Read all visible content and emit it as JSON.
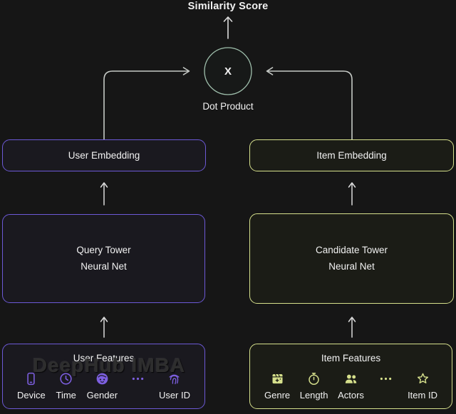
{
  "diagram": {
    "similarity_label": "Similarity Score",
    "dot_symbol": "X",
    "dot_label": "Dot Product"
  },
  "user_branch": {
    "embedding_label": "User Embedding",
    "tower_line1": "Query Tower",
    "tower_line2": "Neural Net",
    "features_title": "User Features",
    "features": [
      {
        "icon": "phone-icon",
        "label": "Device"
      },
      {
        "icon": "clock-icon",
        "label": "Time"
      },
      {
        "icon": "face-icon",
        "label": "Gender"
      },
      {
        "icon": "ellipsis-icon",
        "label": ""
      },
      {
        "icon": "fingerprint-icon",
        "label": "User ID"
      }
    ]
  },
  "item_branch": {
    "embedding_label": "Item Embedding",
    "tower_line1": "Candidate Tower",
    "tower_line2": "Neural Net",
    "features_title": "Item Features",
    "features": [
      {
        "icon": "clapperboard-icon",
        "label": "Genre"
      },
      {
        "icon": "stopwatch-icon",
        "label": "Length"
      },
      {
        "icon": "actors-icon",
        "label": "Actors"
      },
      {
        "icon": "ellipsis-icon",
        "label": ""
      },
      {
        "icon": "star-icon",
        "label": "Item ID"
      }
    ]
  },
  "watermark": "DeepHub IMBA",
  "colors": {
    "background": "#161616",
    "user_accent": "#6c59d6",
    "user_accent_bright": "#7d5fe0",
    "item_accent": "#d6e08c",
    "dot_circle": "#9fbfac",
    "connector": "#c6cac6",
    "arrow": "#dcdcdc",
    "text": "#f2f2f2"
  }
}
